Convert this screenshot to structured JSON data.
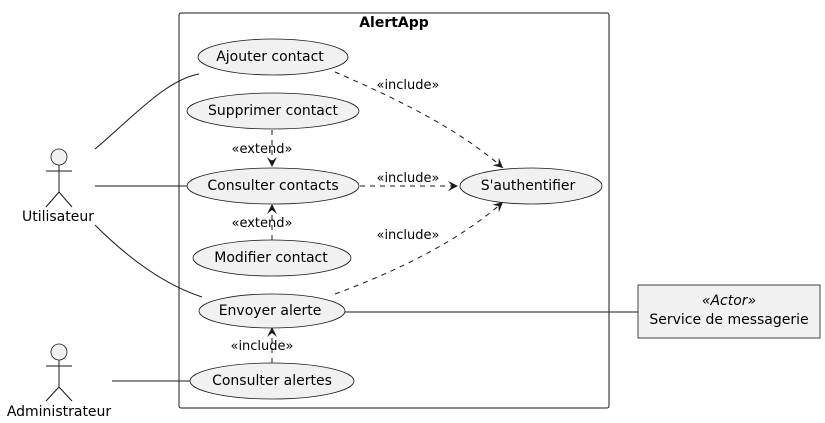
{
  "system": {
    "title": "AlertApp"
  },
  "actors": {
    "user": "Utilisateur",
    "admin": "Administrateur",
    "messaging": {
      "stereotype": "«Actor»",
      "name": "Service de messagerie"
    }
  },
  "use_cases": {
    "add_contact": "Ajouter contact",
    "delete_contact": "Supprimer contact",
    "view_contacts": "Consulter contacts",
    "edit_contact": "Modifier contact",
    "send_alert": "Envoyer alerte",
    "view_alerts": "Consulter alertes",
    "authenticate": "S'authentifier"
  },
  "relations": {
    "include": "«include»",
    "extend": "«extend»"
  }
}
